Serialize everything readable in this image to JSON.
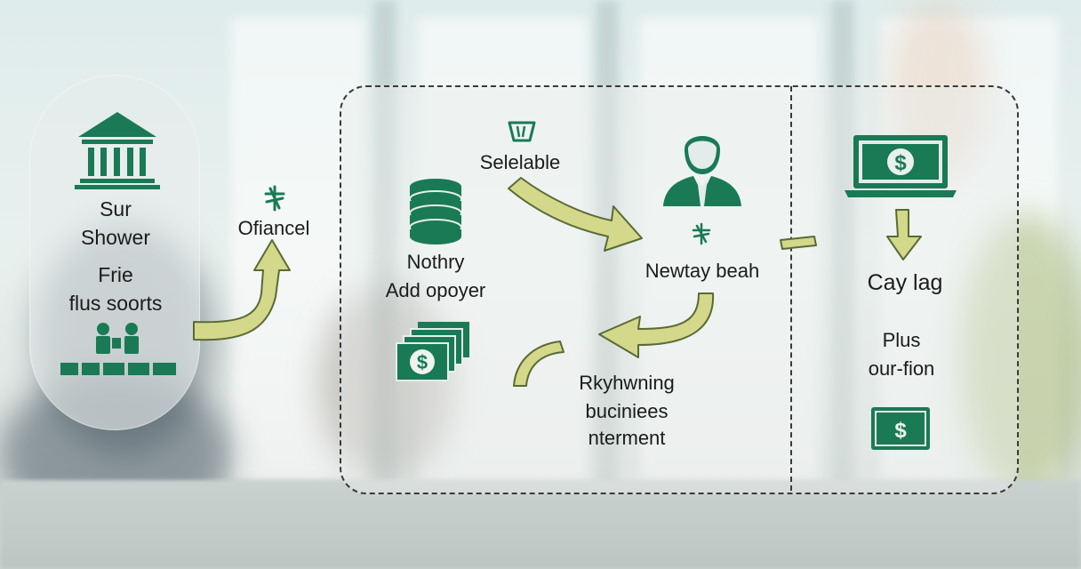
{
  "colors": {
    "accent": "#197a55",
    "arrow_fill": "#d3d88a",
    "arrow_stroke": "#5a6a34",
    "text": "#1b1b1b"
  },
  "left_card": {
    "title_line1": "Sur",
    "title_line2": "Shower",
    "sub_line1": "Frie",
    "sub_line2": "flus soorts",
    "icons": [
      "bank-icon",
      "people-icon"
    ]
  },
  "nodes": {
    "ofiancel": {
      "label": "Ofiancel",
      "icon": "currency-symbol-icon"
    },
    "nothry": {
      "line1": "Nothry",
      "line2": "Add opoyer",
      "icon": "coin-stack-icon"
    },
    "selelable": {
      "label": "Selelable",
      "icon": "basket-icon"
    },
    "newtay": {
      "label": "Newtay beah",
      "icon": "businessman-icon",
      "small_icon": "currency-symbol-icon"
    },
    "cash_stack": {
      "icon": "cash-stack-icon"
    },
    "rkyhwning": {
      "line1": "Rkyhwning",
      "line2": "buciniees",
      "line3": "nterment"
    },
    "cay_lag": {
      "label": "Cay lag",
      "icon": "laptop-dollar-icon"
    },
    "plus": {
      "line1": "Plus",
      "line2": "our-fion",
      "icon": "dollar-bill-icon"
    }
  }
}
